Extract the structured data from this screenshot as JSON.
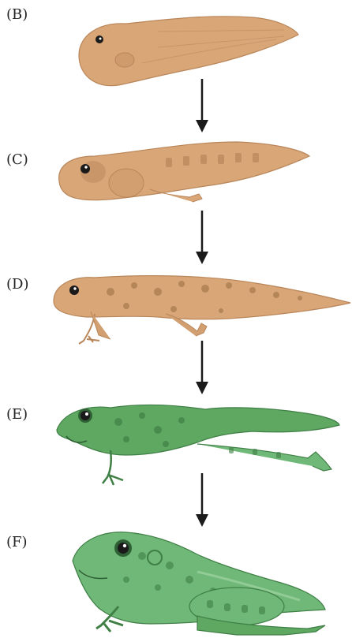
{
  "stages": [
    {
      "label": "(B)"
    },
    {
      "label": "(C)"
    },
    {
      "label": "(D)"
    },
    {
      "label": "(E)"
    },
    {
      "label": "(F)"
    }
  ],
  "colors": {
    "tadpole": "#d9a677",
    "tadpole_dark": "#b9865a",
    "tadpole_spot": "#a87c4e",
    "froglet_green": "#5ea862",
    "frog_green": "#6fb878",
    "frog_spot": "#3f7f45",
    "eye": "#1a1a1a",
    "arrow": "#1a1a1a"
  }
}
